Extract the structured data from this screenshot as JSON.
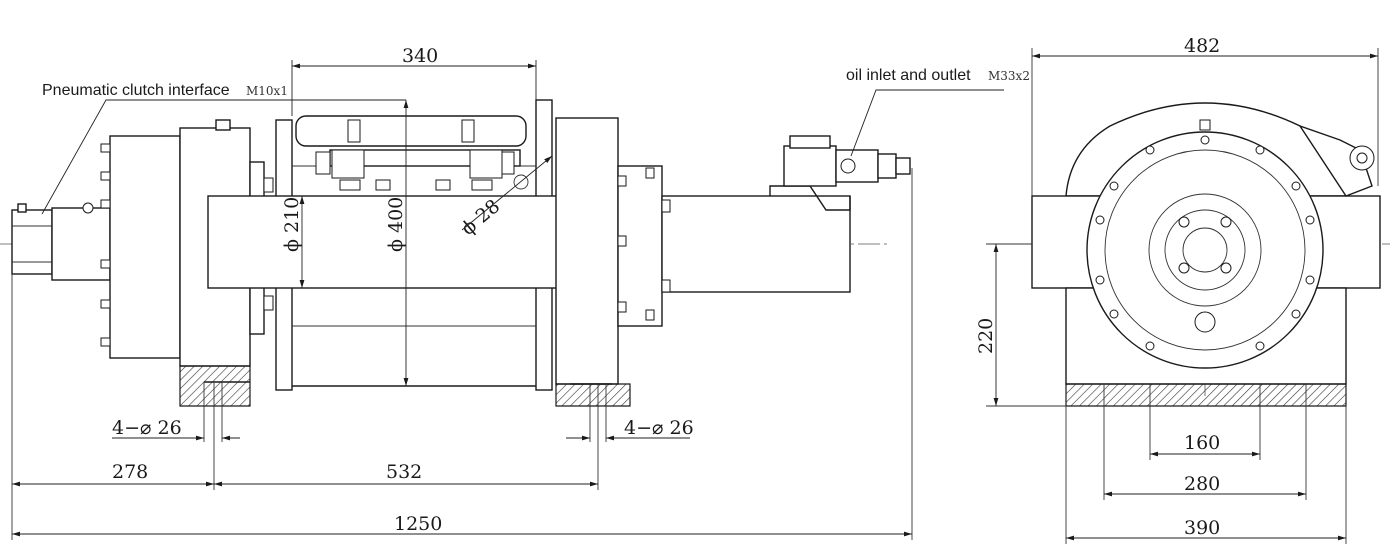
{
  "notes": {
    "clutch_label": "Pneumatic clutch interface",
    "clutch_thread": "M10x1",
    "oil_label": "oil inlet and outlet",
    "oil_thread": "M33x2"
  },
  "side_view": {
    "drum_width": "340",
    "shaft_diameter": "ϕ 210",
    "flange_diameter": "ϕ 400",
    "rope_diameter": "ϕ 28",
    "holes_left": "4−⌀ 26",
    "holes_right": "4−⌀ 26",
    "dim_278": "278",
    "dim_532": "532",
    "overall_length": "1250"
  },
  "end_view": {
    "overall_height": "482",
    "center_height": "220",
    "dim_160": "160",
    "dim_280": "280",
    "dim_390": "390"
  }
}
